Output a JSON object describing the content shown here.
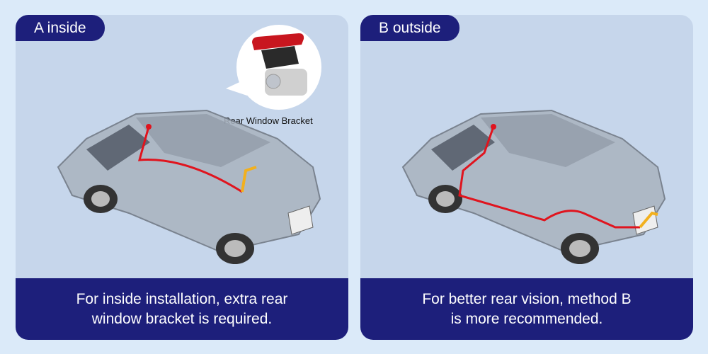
{
  "panels": [
    {
      "tab": "A inside",
      "callout_label": "Rear Window Bracket",
      "caption_lines": [
        "For inside installation, extra rear",
        "window bracket is required."
      ]
    },
    {
      "tab": "B outside",
      "caption_lines": [
        "For better rear vision, method B",
        "is more recommended."
      ]
    }
  ],
  "colors": {
    "navy": "#1d1f7b",
    "panel": "#c6d6eb",
    "background": "#dbeaf9",
    "cable": "#e0141e",
    "camera_cable": "#f2b01e"
  }
}
